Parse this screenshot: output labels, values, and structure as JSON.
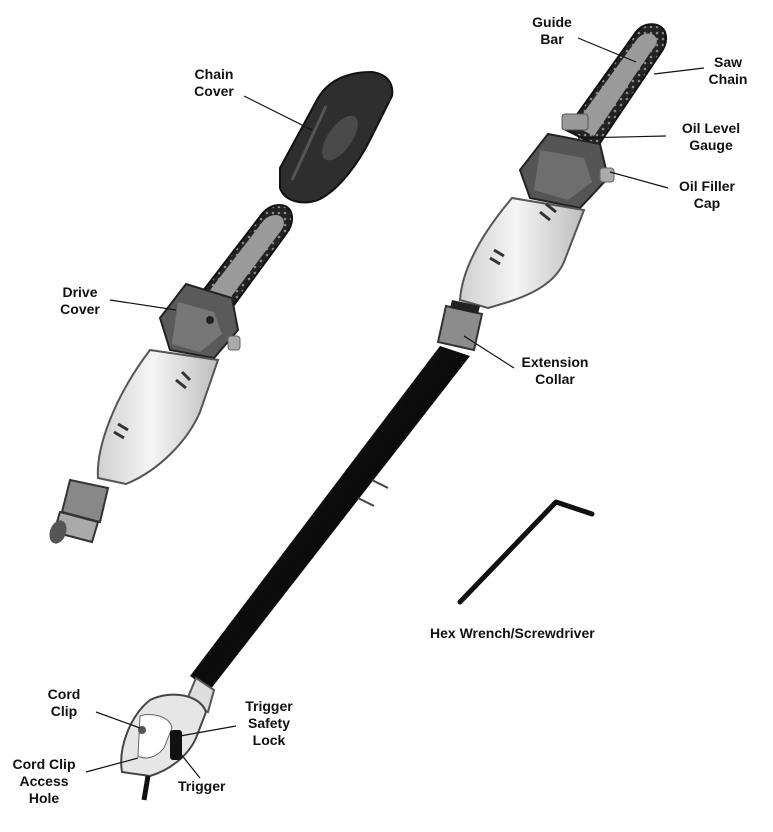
{
  "labels": {
    "guide_bar": [
      "Guide",
      "Bar"
    ],
    "saw_chain": [
      "Saw",
      "Chain"
    ],
    "chain_cover": [
      "Chain",
      "Cover"
    ],
    "oil_level_gauge": [
      "Oil Level",
      "Gauge"
    ],
    "oil_filler_cap": [
      "Oil Filler",
      "Cap"
    ],
    "drive_cover": [
      "Drive",
      "Cover"
    ],
    "extension_collar": [
      "Extension",
      "Collar"
    ],
    "hex_wrench": "Hex Wrench/Screwdriver",
    "cord_clip": [
      "Cord",
      "Clip"
    ],
    "trigger_safety_lock": [
      "Trigger",
      "Safety",
      "Lock"
    ],
    "cord_clip_access_hole": [
      "Cord Clip",
      "Access",
      "Hole"
    ],
    "trigger": "Trigger"
  },
  "colors": {
    "dark_gray": "#3a3a3a",
    "mid_gray": "#6e6e6e",
    "light_body": "#ececec",
    "black": "#111111"
  }
}
